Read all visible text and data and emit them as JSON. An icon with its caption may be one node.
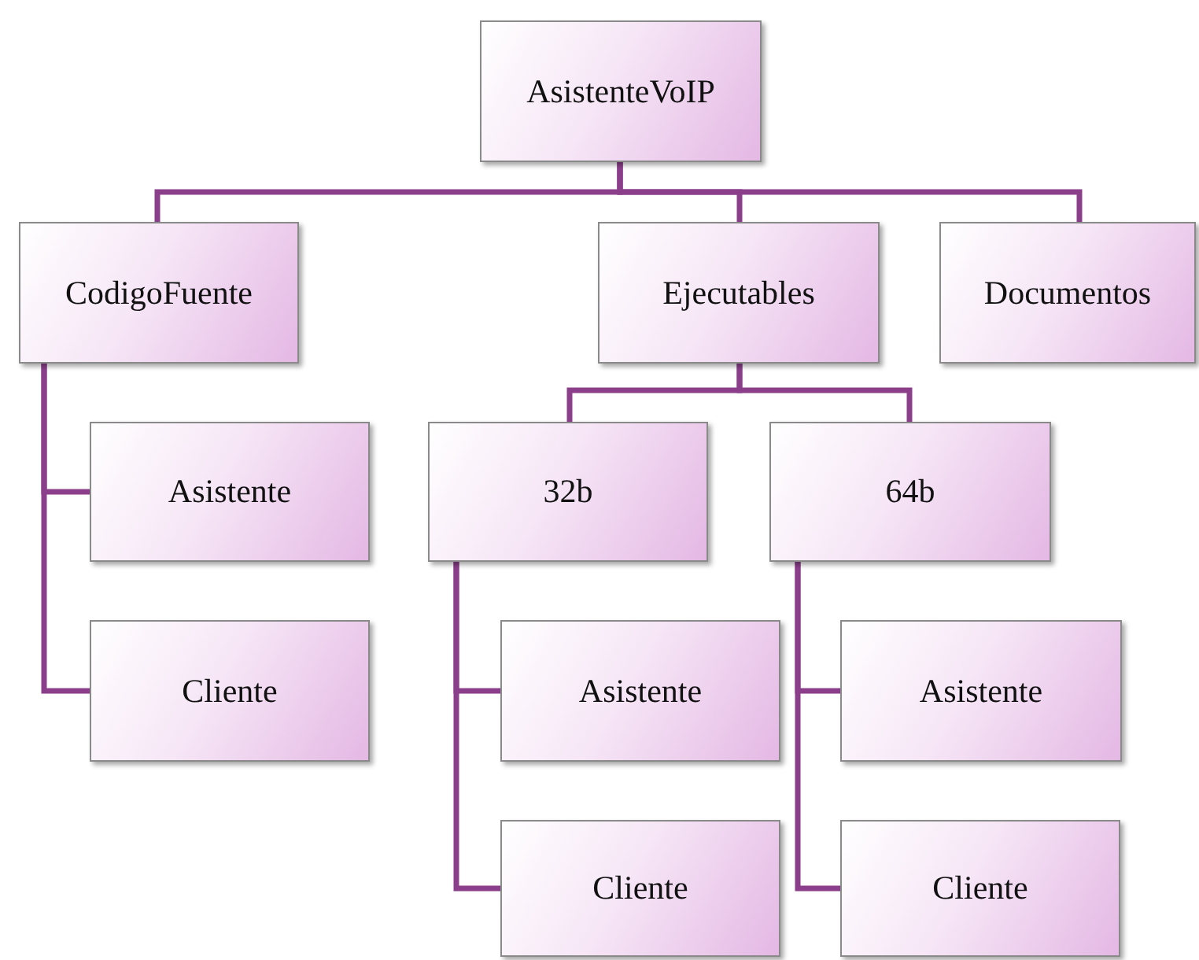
{
  "diagram": {
    "nodes": [
      {
        "text": [
          "AsistenteVoIP"
        ]
      },
      {
        "text": [
          "CodigoFuente"
        ]
      },
      {
        "text": [
          "Ejecutables"
        ]
      },
      {
        "text": [
          "Documentos"
        ]
      },
      {
        "text": [
          "Asistente"
        ]
      },
      {
        "text": [
          "Cliente"
        ]
      },
      {
        "text": [
          "32b"
        ]
      },
      {
        "text": [
          "64b"
        ]
      },
      {
        "text": [
          "Asistente"
        ]
      },
      {
        "text": [
          "Cliente"
        ]
      },
      {
        "text": [
          "Asistente"
        ]
      },
      {
        "text": [
          "Cliente"
        ]
      }
    ],
    "edges": [
      {
        "from": 0,
        "to": 1,
        "arrow": "none"
      },
      {
        "from": 0,
        "to": 2,
        "arrow": "none"
      },
      {
        "from": 0,
        "to": 3,
        "arrow": "none"
      },
      {
        "from": 1,
        "to": 4,
        "arrow": "none"
      },
      {
        "from": 1,
        "to": 5,
        "arrow": "none"
      },
      {
        "from": 2,
        "to": 6,
        "arrow": "none"
      },
      {
        "from": 2,
        "to": 7,
        "arrow": "none"
      },
      {
        "from": 6,
        "to": 8,
        "arrow": "none"
      },
      {
        "from": 6,
        "to": 9,
        "arrow": "none"
      },
      {
        "from": 7,
        "to": 10,
        "arrow": "none"
      },
      {
        "from": 7,
        "to": 11,
        "arrow": "none"
      }
    ]
  }
}
